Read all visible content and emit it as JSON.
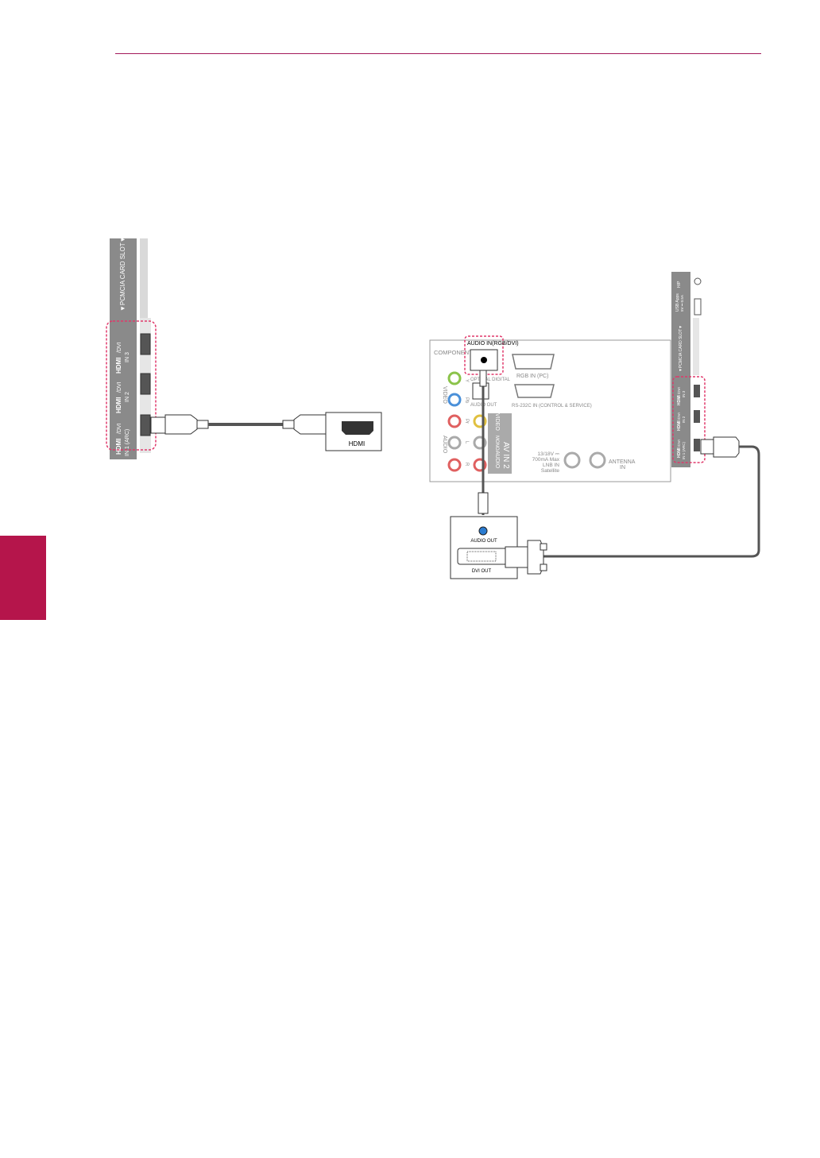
{
  "colors": {
    "accent": "#a3195b",
    "side_tab": "#b5154b",
    "highlight_dash": "#e0396b",
    "panel_gray": "#888888"
  },
  "fig_left": {
    "pcmcia_label": "▼PCMCIA CARD SLOT▼",
    "hdmi_ports": [
      {
        "brand": "HDMI",
        "sub": "/DVI",
        "line2": "IN 3"
      },
      {
        "brand": "HDMI",
        "sub": "/DVI",
        "line2": "IN 2"
      },
      {
        "brand": "HDMI",
        "sub": "/DVI",
        "line2": "IN 1 (ARC)"
      }
    ],
    "device_port_label": "HDMI"
  },
  "fig_right": {
    "side_panel": {
      "pcmcia_label": "▼PCMCIA CARD SLOT▼",
      "usb_label": "USB Apps",
      "usb_sub": "5V ⎓ 0.5A",
      "headphone_label": "H/P",
      "hdmi_ports": [
        {
          "brand": "HDMI",
          "sub": "/DVI",
          "line2": "IN 3"
        },
        {
          "brand": "HDMI",
          "sub": "/DVI",
          "line2": "IN 2"
        },
        {
          "brand": "HDMI",
          "sub": "/DVI",
          "line2": "IN 1 (ARC)"
        }
      ]
    },
    "rear_panel": {
      "component_label": "COMPONENT IN",
      "audio_in_label": "AUDIO IN(RGB/DVI)",
      "rgb_label": "RGB IN (PC)",
      "optical_label": "OPTICAL DIGITAL",
      "audio_out_label": "AUDIO OUT",
      "rs232_label": "RS-232C IN (CONTROL & SERVICE)",
      "video_label": "VIDEO",
      "audio_label": "AUDIO",
      "pb_label": "Pb",
      "pr_label": "Pr",
      "y_label": "Y",
      "l_label": "L",
      "r_label": "R",
      "av_label": "AV IN 2",
      "av_video_label": "VIDEO",
      "av_mono_label": "MONO",
      "av_audio_label": "AUDIO",
      "lnb_lines": [
        "13/18V ⎓",
        "700mA Max",
        "LNB IN",
        "Satellite"
      ],
      "antenna_lines": [
        "ANTENNA",
        "IN"
      ]
    },
    "device": {
      "audio_out_label": "AUDIO OUT",
      "dvi_out_label": "DVI OUT"
    }
  }
}
